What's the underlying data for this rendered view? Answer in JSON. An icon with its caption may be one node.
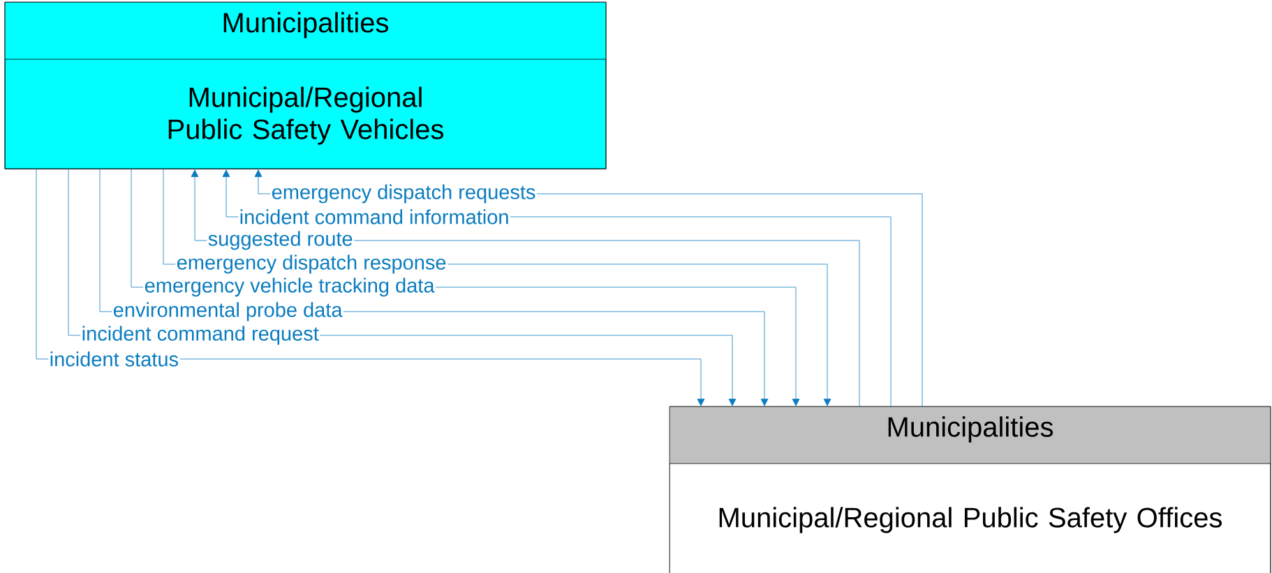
{
  "diagram": {
    "nodes": [
      {
        "text": [
          "Municipalities",
          "Municipal/Regional Public Safety Vehicles"
        ]
      },
      {
        "text": [
          "Municipalities",
          "Municipal/Regional Public Safety Offices"
        ]
      }
    ],
    "edges": [
      {
        "from": 1,
        "to": 0,
        "arrow": "to",
        "label": "emergency dispatch requests"
      },
      {
        "from": 1,
        "to": 0,
        "arrow": "to",
        "label": "incident command information"
      },
      {
        "from": 1,
        "to": 0,
        "arrow": "to",
        "label": "suggested route"
      },
      {
        "from": 0,
        "to": 1,
        "arrow": "to",
        "label": "emergency dispatch response"
      },
      {
        "from": 0,
        "to": 1,
        "arrow": "to",
        "label": "emergency vehicle tracking data"
      },
      {
        "from": 0,
        "to": 1,
        "arrow": "to",
        "label": "environmental probe data"
      },
      {
        "from": 0,
        "to": 1,
        "arrow": "to",
        "label": "incident command request"
      },
      {
        "from": 0,
        "to": 1,
        "arrow": "to",
        "label": "incident status"
      }
    ]
  }
}
